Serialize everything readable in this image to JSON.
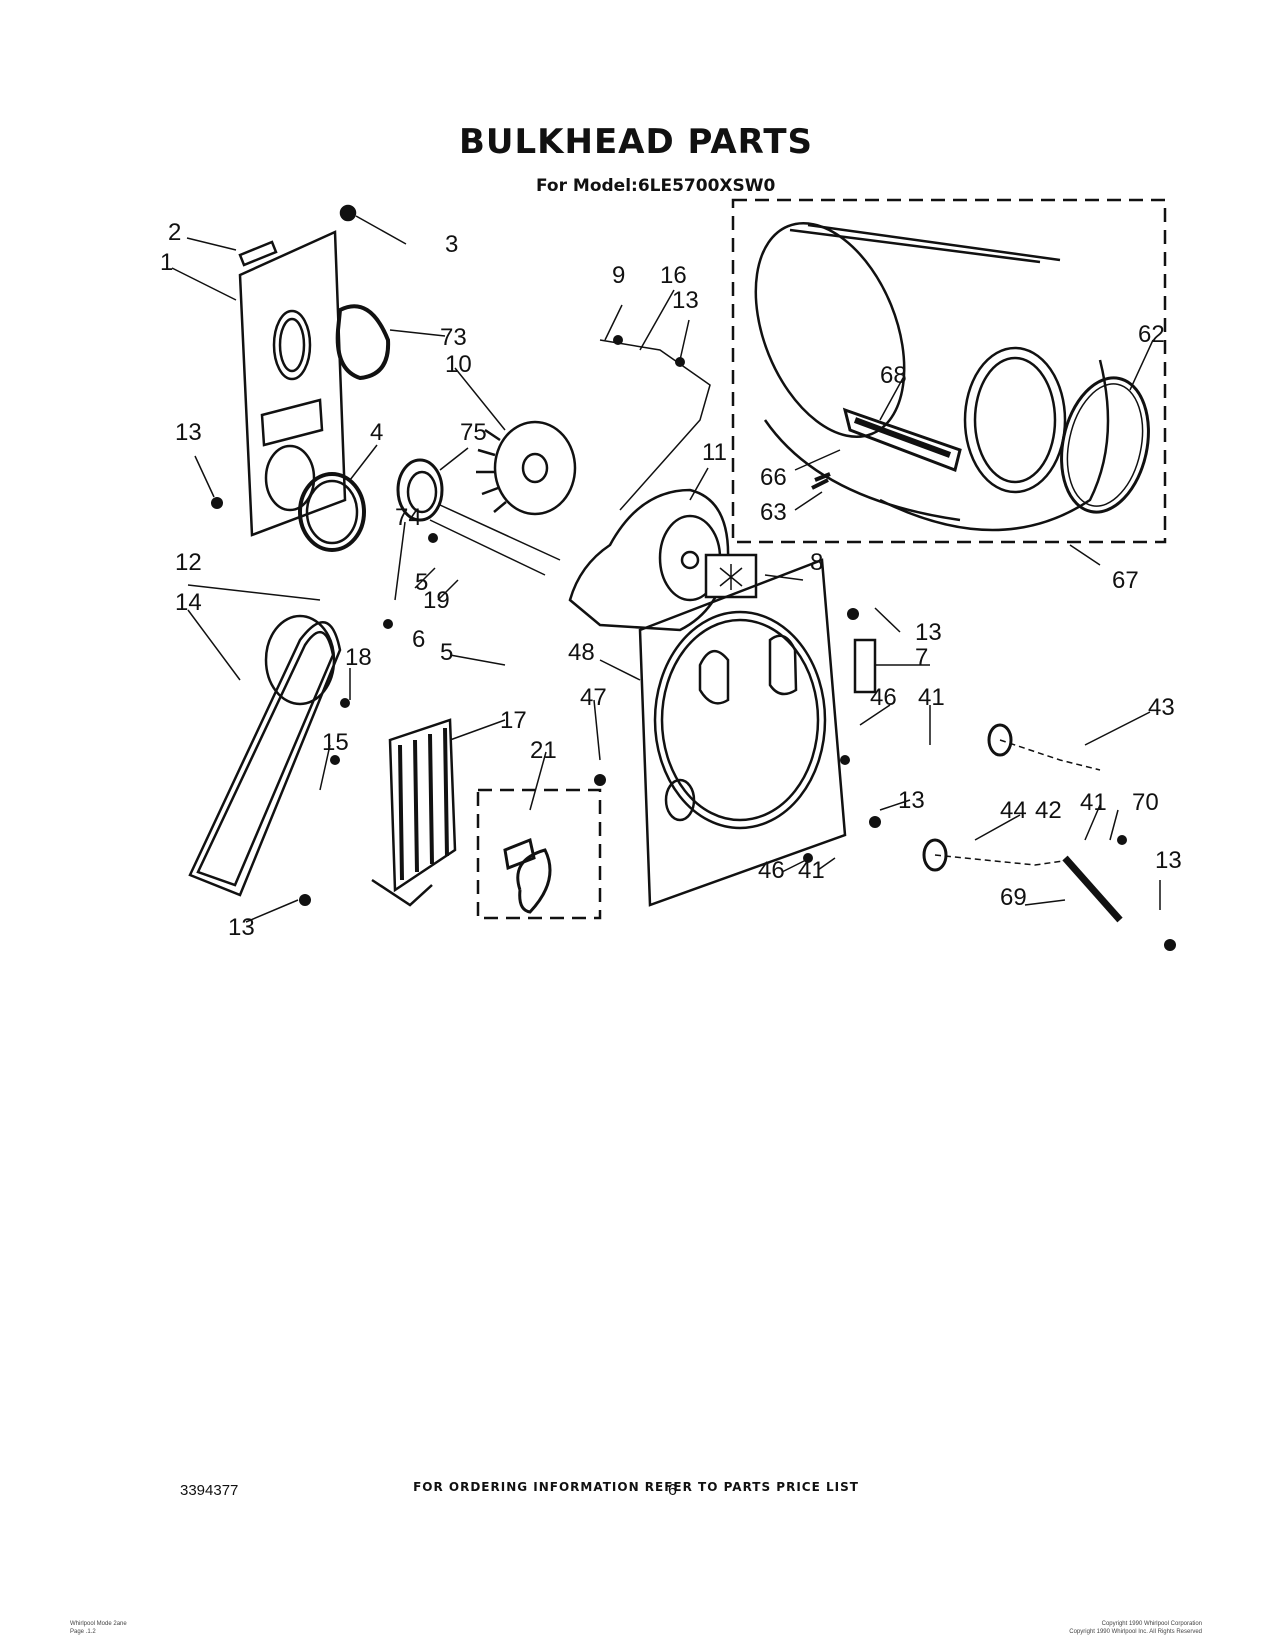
{
  "title": "BULKHEAD PARTS",
  "subtitle": "For Model:6LE5700XSW0",
  "callouts": [
    "2",
    "3",
    "1",
    "73",
    "9",
    "16",
    "13",
    "62",
    "10",
    "68",
    "13",
    "4",
    "75",
    "11",
    "66",
    "63",
    "74",
    "8",
    "67",
    "12",
    "5",
    "19",
    "13",
    "14",
    "18",
    "5",
    "6",
    "48",
    "7",
    "47",
    "46",
    "41",
    "43",
    "15",
    "17",
    "21",
    "13",
    "44",
    "42",
    "41",
    "70",
    "46",
    "41",
    "13",
    "69",
    "13"
  ],
  "footer": {
    "ordering_note": "FOR ORDERING INFORMATION REFER TO PARTS PRICE LIST",
    "doc_number": "3394377",
    "page_number": "6",
    "fine_print_left": [
      "Whirlpool Mode 2ane",
      "Page .1.2"
    ],
    "fine_print_right": [
      "Copyright 1990 Whirlpool Corporation",
      "Copyright 1990 Whirlpool Inc. All Rights Reserved"
    ]
  }
}
